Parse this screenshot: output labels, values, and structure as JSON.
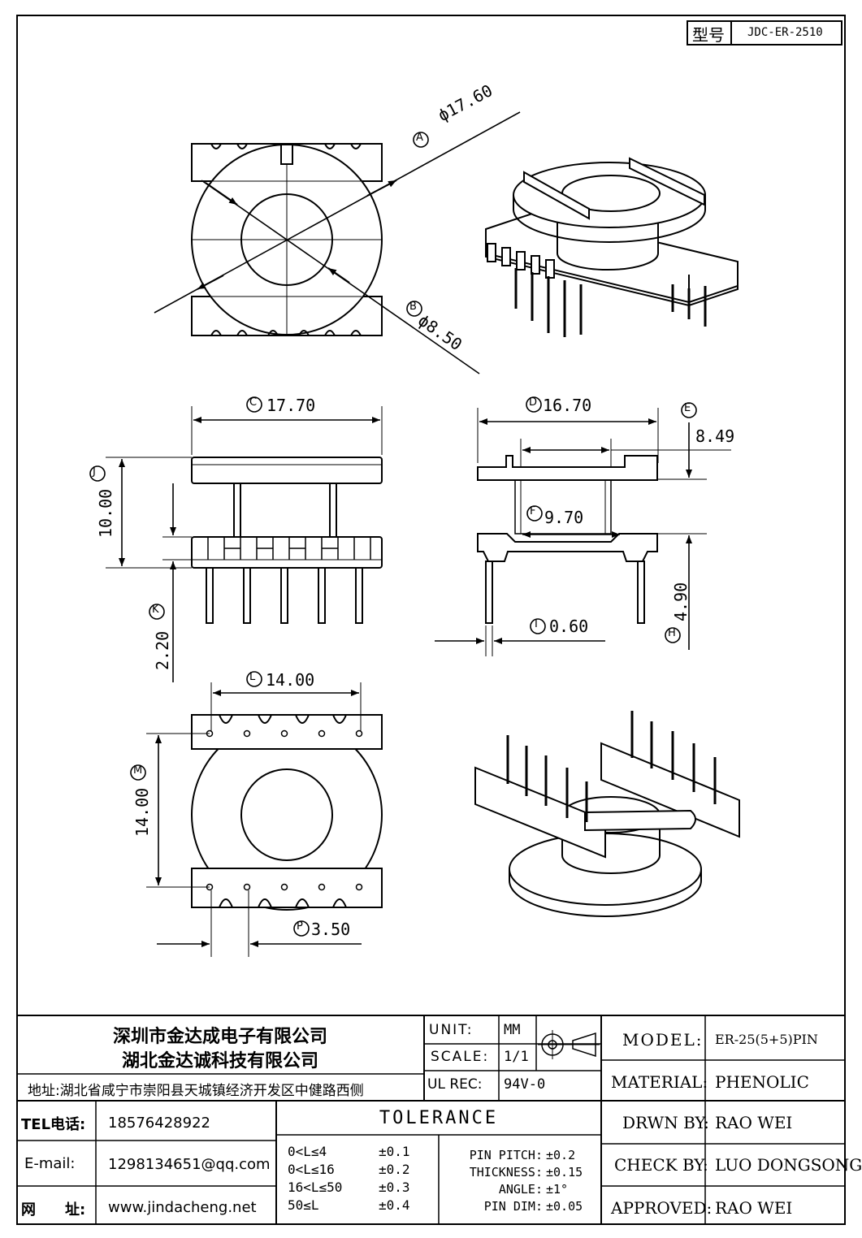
{
  "model_box": {
    "label": "型号",
    "value": "JDC-ER-2510"
  },
  "dimensions": {
    "A": {
      "letter": "A",
      "value": "ϕ17.60"
    },
    "B": {
      "letter": "B",
      "value": "ϕ8.50"
    },
    "C": {
      "letter": "C",
      "value": "17.70"
    },
    "D": {
      "letter": "D",
      "value": "16.70"
    },
    "E": {
      "letter": "E",
      "value": "8.49"
    },
    "F": {
      "letter": "F",
      "value": "9.70"
    },
    "H": {
      "letter": "H",
      "value": "4.90"
    },
    "I": {
      "letter": "I",
      "value": "0.60"
    },
    "J": {
      "letter": "J",
      "value": "10.00"
    },
    "K": {
      "letter": "K",
      "value": "2.20"
    },
    "L": {
      "letter": "L",
      "value": "14.00"
    },
    "M": {
      "letter": "M",
      "value": "14.00"
    },
    "P": {
      "letter": "P",
      "value": "3.50"
    }
  },
  "title_block": {
    "company_1": "深圳市金达成电子有限公司",
    "company_2": "湖北金达诚科技有限公司",
    "address": "地址:湖北省咸宁市崇阳县天城镇经济开发区中健路西侧",
    "tel_label": "TEL电话:",
    "tel_value": "18576428922",
    "email_label": "E-mail:",
    "email_value": "1298134651@qq.com",
    "web_label": "网　　址:",
    "web_value": "www.jindacheng.net",
    "unit_label": "UNIT:",
    "unit_value": "MM",
    "scale_label": "SCALE:",
    "scale_value": "1/1",
    "ulrec_label": "UL REC:",
    "ulrec_value": "94V-0",
    "tolerance_title": "TOLERANCE",
    "tolerances": [
      {
        "range": "0<L≤4",
        "value": "±0.1"
      },
      {
        "range": "0<L≤16",
        "value": "±0.2"
      },
      {
        "range": "16<L≤50",
        "value": "±0.3"
      },
      {
        "range": "50≤L",
        "value": "±0.4"
      }
    ],
    "special_tol": [
      {
        "label": "PIN PITCH:",
        "value": "±0.2"
      },
      {
        "label": "THICKNESS:",
        "value": "±0.15"
      },
      {
        "label": "ANGLE:",
        "value": "±1°"
      },
      {
        "label": "PIN DIM:",
        "value": "±0.05"
      }
    ],
    "model_label": "MODEL:",
    "model_value": "ER-25(5+5)PIN",
    "material_label": "MATERIAL:",
    "material_value": "PHENOLIC",
    "drawn_label": "DRWN BY:",
    "drawn_value": "RAO WEI",
    "check_label": "CHECK BY:",
    "check_value": "LUO DONGSONG",
    "approved_label": "APPROVED:",
    "approved_value": "RAO WEI"
  }
}
